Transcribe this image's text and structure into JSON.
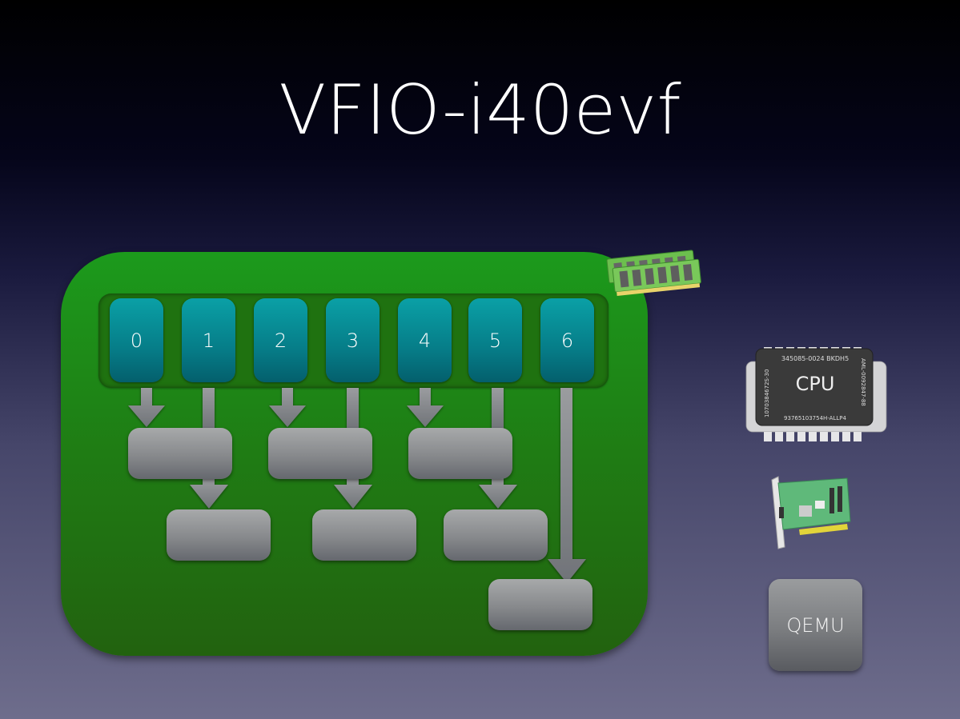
{
  "slide": {
    "title": "VFIO-i40evf"
  },
  "diagram": {
    "queues": [
      {
        "label": "0"
      },
      {
        "label": "1"
      },
      {
        "label": "2"
      },
      {
        "label": "3"
      },
      {
        "label": "4"
      },
      {
        "label": "5"
      },
      {
        "label": "6"
      }
    ],
    "stage1_boxes": 3,
    "stage2_boxes": 3,
    "stage3_boxes": 1,
    "colors": {
      "board": "#1f7c14",
      "queue": "#067d88",
      "box": "#87898c"
    }
  },
  "sidebar": {
    "icons": [
      "ram-icon",
      "cpu-icon",
      "network-card-icon"
    ],
    "cpu": {
      "label": "CPU",
      "top_text": "345085-0024 BKDH5",
      "bottom_text": "93765103754H-ALLP4",
      "left_text": "1070384672S-30",
      "right_text": "AML-0092847-88"
    },
    "qemu": {
      "label": "QEMU"
    }
  }
}
